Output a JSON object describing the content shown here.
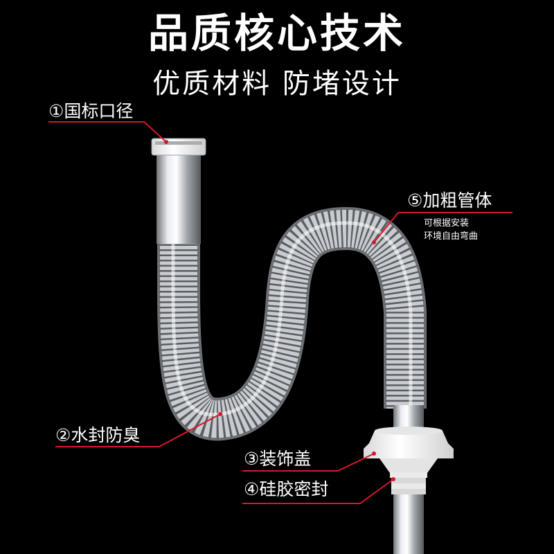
{
  "header": {
    "title": "品质核心技术",
    "subtitle": "优质材料 防堵设计"
  },
  "callouts": {
    "c1": "①国标口径",
    "c5": "⑤加粗管体",
    "c5_note_1": "可根据安装",
    "c5_note_2": "环境自由弯曲",
    "c2": "②水封防臭",
    "c3": "③装饰盖",
    "c4": "④硅胶密封"
  },
  "colors": {
    "background": "#000000",
    "text": "#ffffff",
    "leader_line": "#d8182a",
    "steel": "#c9ccd0",
    "cap": "#f2f2f2"
  }
}
